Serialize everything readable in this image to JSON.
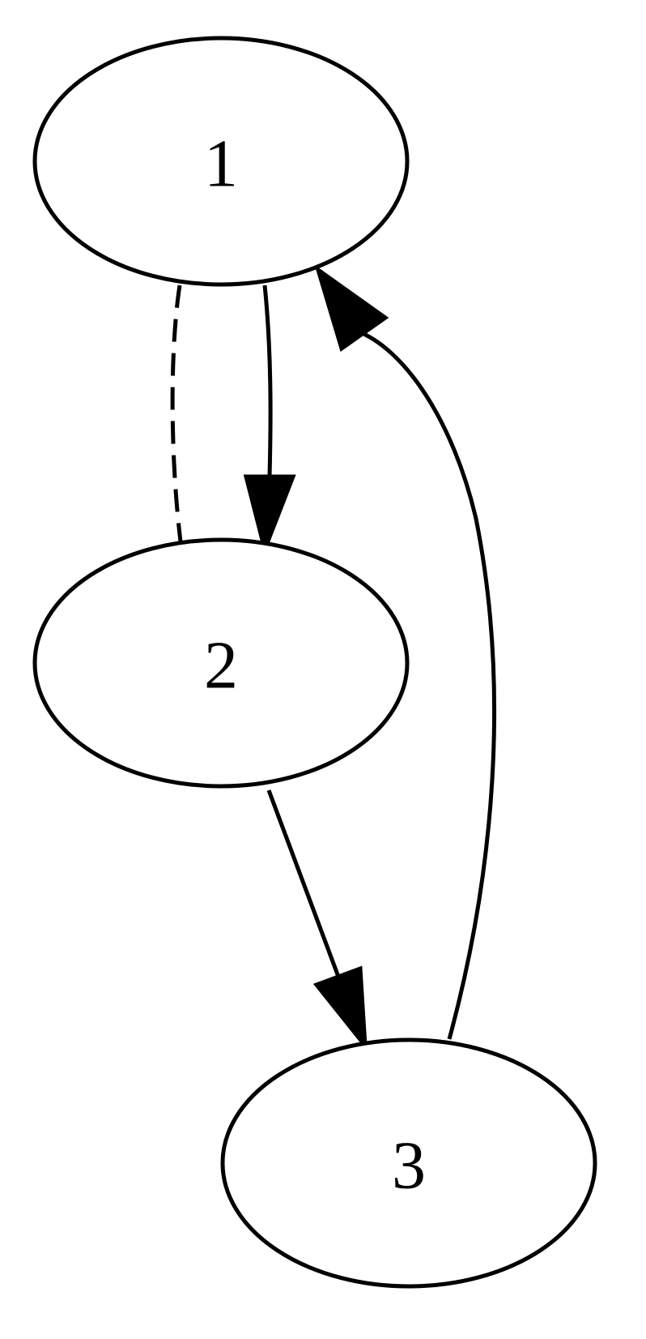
{
  "nodes": [
    {
      "id": "1",
      "label": "1"
    },
    {
      "id": "2",
      "label": "2"
    },
    {
      "id": "3",
      "label": "3"
    }
  ],
  "edges": [
    {
      "id": "e-1-2-dashed",
      "from": "1",
      "to": "2",
      "style": "dashed",
      "arrow": false
    },
    {
      "id": "e-1-2",
      "from": "1",
      "to": "2",
      "style": "solid",
      "arrow": true
    },
    {
      "id": "e-2-3",
      "from": "2",
      "to": "3",
      "style": "solid",
      "arrow": true
    },
    {
      "id": "e-3-1",
      "from": "3",
      "to": "1",
      "style": "solid",
      "arrow": true
    }
  ],
  "colors": {
    "stroke": "#000000",
    "background": "#ffffff"
  }
}
